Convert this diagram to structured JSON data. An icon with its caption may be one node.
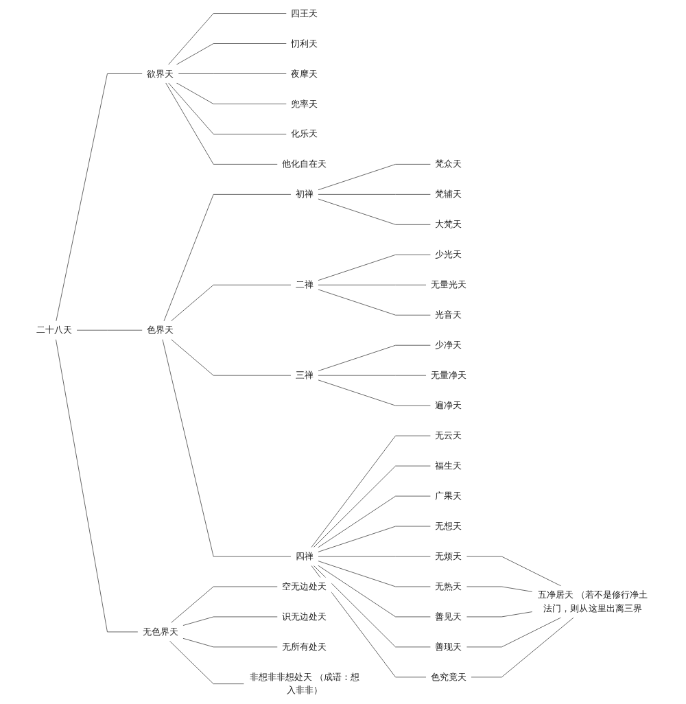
{
  "diagram": {
    "nodes": [
      {
        "text": [
          "二十八天"
        ]
      },
      {
        "text": [
          "欲界天"
        ]
      },
      {
        "text": [
          "四王天"
        ]
      },
      {
        "text": [
          "忉利天"
        ]
      },
      {
        "text": [
          "夜摩天"
        ]
      },
      {
        "text": [
          "兜率天"
        ]
      },
      {
        "text": [
          "化乐天"
        ]
      },
      {
        "text": [
          "他化自在天"
        ]
      },
      {
        "text": [
          "色界天"
        ]
      },
      {
        "text": [
          "初禅"
        ]
      },
      {
        "text": [
          "梵众天"
        ]
      },
      {
        "text": [
          "梵辅天"
        ]
      },
      {
        "text": [
          "大梵天"
        ]
      },
      {
        "text": [
          "二禅"
        ]
      },
      {
        "text": [
          "少光天"
        ]
      },
      {
        "text": [
          "无量光天"
        ]
      },
      {
        "text": [
          "光音天"
        ]
      },
      {
        "text": [
          "三禅"
        ]
      },
      {
        "text": [
          "少净天"
        ]
      },
      {
        "text": [
          "无量净天"
        ]
      },
      {
        "text": [
          "遍净天"
        ]
      },
      {
        "text": [
          "四禅"
        ]
      },
      {
        "text": [
          "无云天"
        ]
      },
      {
        "text": [
          "福生天"
        ]
      },
      {
        "text": [
          "广果天"
        ]
      },
      {
        "text": [
          "无想天"
        ]
      },
      {
        "text": [
          "无烦天"
        ]
      },
      {
        "text": [
          "无热天"
        ]
      },
      {
        "text": [
          "善见天"
        ]
      },
      {
        "text": [
          "善现天"
        ]
      },
      {
        "text": [
          "色究竟天"
        ]
      },
      {
        "text": [
          "五净居天 （若不是修行净土法门，则从这里出离三界"
        ]
      },
      {
        "text": [
          "无色界天"
        ]
      },
      {
        "text": [
          "空无边处天"
        ]
      },
      {
        "text": [
          "识无边处天"
        ]
      },
      {
        "text": [
          "无所有处天"
        ]
      },
      {
        "text": [
          "非想非非想处天 （成语：想入非非）"
        ]
      }
    ],
    "edges": [
      {
        "from": 0,
        "to": 1,
        "arrow": "none"
      },
      {
        "from": 1,
        "to": 2,
        "arrow": "none"
      },
      {
        "from": 1,
        "to": 3,
        "arrow": "none"
      },
      {
        "from": 1,
        "to": 4,
        "arrow": "none"
      },
      {
        "from": 1,
        "to": 5,
        "arrow": "none"
      },
      {
        "from": 1,
        "to": 6,
        "arrow": "none"
      },
      {
        "from": 1,
        "to": 7,
        "arrow": "none"
      },
      {
        "from": 0,
        "to": 8,
        "arrow": "none"
      },
      {
        "from": 8,
        "to": 9,
        "arrow": "none"
      },
      {
        "from": 9,
        "to": 10,
        "arrow": "none"
      },
      {
        "from": 9,
        "to": 11,
        "arrow": "none"
      },
      {
        "from": 9,
        "to": 12,
        "arrow": "none"
      },
      {
        "from": 8,
        "to": 13,
        "arrow": "none"
      },
      {
        "from": 13,
        "to": 14,
        "arrow": "none"
      },
      {
        "from": 13,
        "to": 15,
        "arrow": "none"
      },
      {
        "from": 13,
        "to": 16,
        "arrow": "none"
      },
      {
        "from": 8,
        "to": 17,
        "arrow": "none"
      },
      {
        "from": 17,
        "to": 18,
        "arrow": "none"
      },
      {
        "from": 17,
        "to": 19,
        "arrow": "none"
      },
      {
        "from": 17,
        "to": 20,
        "arrow": "none"
      },
      {
        "from": 8,
        "to": 21,
        "arrow": "none"
      },
      {
        "from": 21,
        "to": 22,
        "arrow": "none"
      },
      {
        "from": 21,
        "to": 23,
        "arrow": "none"
      },
      {
        "from": 21,
        "to": 24,
        "arrow": "none"
      },
      {
        "from": 21,
        "to": 25,
        "arrow": "none"
      },
      {
        "from": 21,
        "to": 26,
        "arrow": "none"
      },
      {
        "from": 21,
        "to": 27,
        "arrow": "none"
      },
      {
        "from": 21,
        "to": 28,
        "arrow": "none"
      },
      {
        "from": 21,
        "to": 29,
        "arrow": "none"
      },
      {
        "from": 21,
        "to": 30,
        "arrow": "none"
      },
      {
        "from": 26,
        "to": 31,
        "arrow": "none"
      },
      {
        "from": 27,
        "to": 31,
        "arrow": "none"
      },
      {
        "from": 28,
        "to": 31,
        "arrow": "none"
      },
      {
        "from": 29,
        "to": 31,
        "arrow": "none"
      },
      {
        "from": 30,
        "to": 31,
        "arrow": "none"
      },
      {
        "from": 0,
        "to": 32,
        "arrow": "none"
      },
      {
        "from": 32,
        "to": 33,
        "arrow": "none"
      },
      {
        "from": 32,
        "to": 34,
        "arrow": "none"
      },
      {
        "from": 32,
        "to": 35,
        "arrow": "none"
      },
      {
        "from": 32,
        "to": 36,
        "arrow": "none"
      }
    ]
  }
}
